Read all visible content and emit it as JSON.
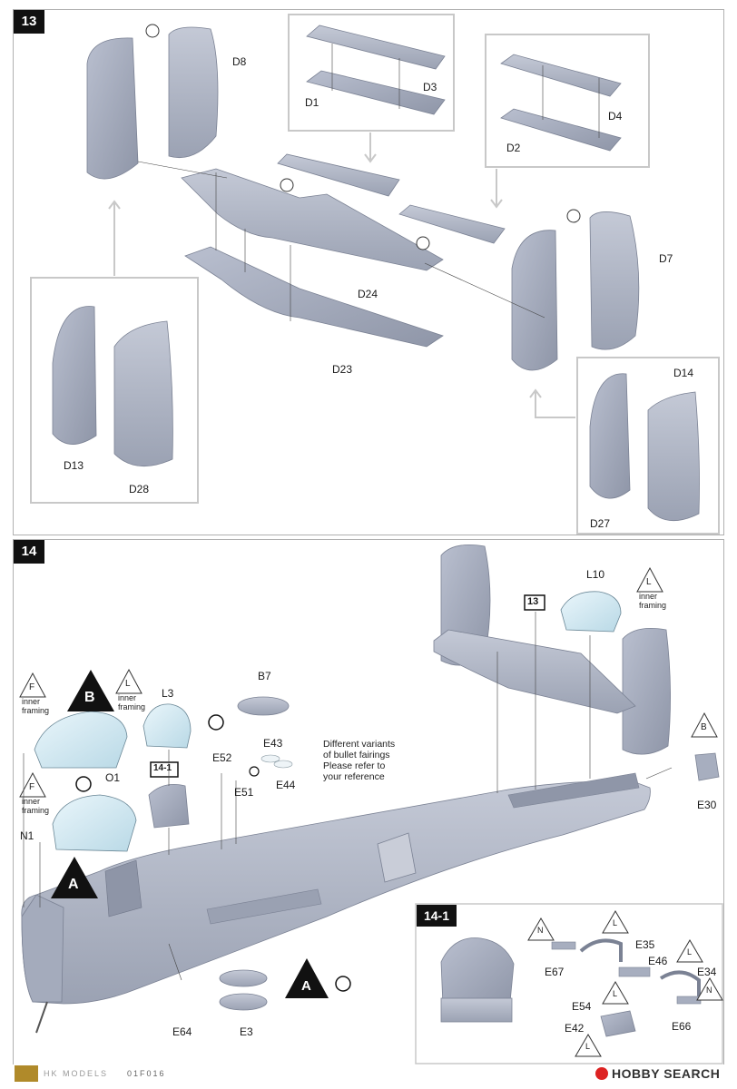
{
  "step13": {
    "number": "13",
    "labels": {
      "d8": "D8",
      "d3": "D3",
      "d1": "D1",
      "d4": "D4",
      "d2": "D2",
      "d7": "D7",
      "d24": "D24",
      "d23": "D23",
      "d14": "D14",
      "d13": "D13",
      "d28": "D28",
      "d27": "D27"
    }
  },
  "step14": {
    "number": "14",
    "ref_step": "13",
    "callout_a": "A",
    "callout_b": "B",
    "letter_f": "F",
    "letter_l": "L",
    "letter_n": "N",
    "letter_b": "B",
    "inner_framing": "inner\nframing",
    "note": "Different variants\nof bullet fairings\nPlease refer to\nyour reference",
    "labels": {
      "l10": "L10",
      "b7": "B7",
      "l3": "L3",
      "o1": "O1",
      "n1": "N1",
      "e43": "E43",
      "e52": "E52",
      "e51": "E51",
      "e44": "E44",
      "e30": "E30",
      "e64": "E64",
      "e3": "E3",
      "sub_ref": "14-1"
    }
  },
  "step14_1": {
    "number": "14-1",
    "labels": {
      "e35": "E35",
      "e46": "E46",
      "e67": "E67",
      "e34": "E34",
      "e54": "E54",
      "e42": "E42",
      "e66": "E66"
    },
    "markers": {
      "n": "N",
      "l": "L"
    }
  },
  "footer": {
    "brand": "HK MODELS",
    "code": "01F016",
    "watermark": "HOBBY SEARCH"
  }
}
